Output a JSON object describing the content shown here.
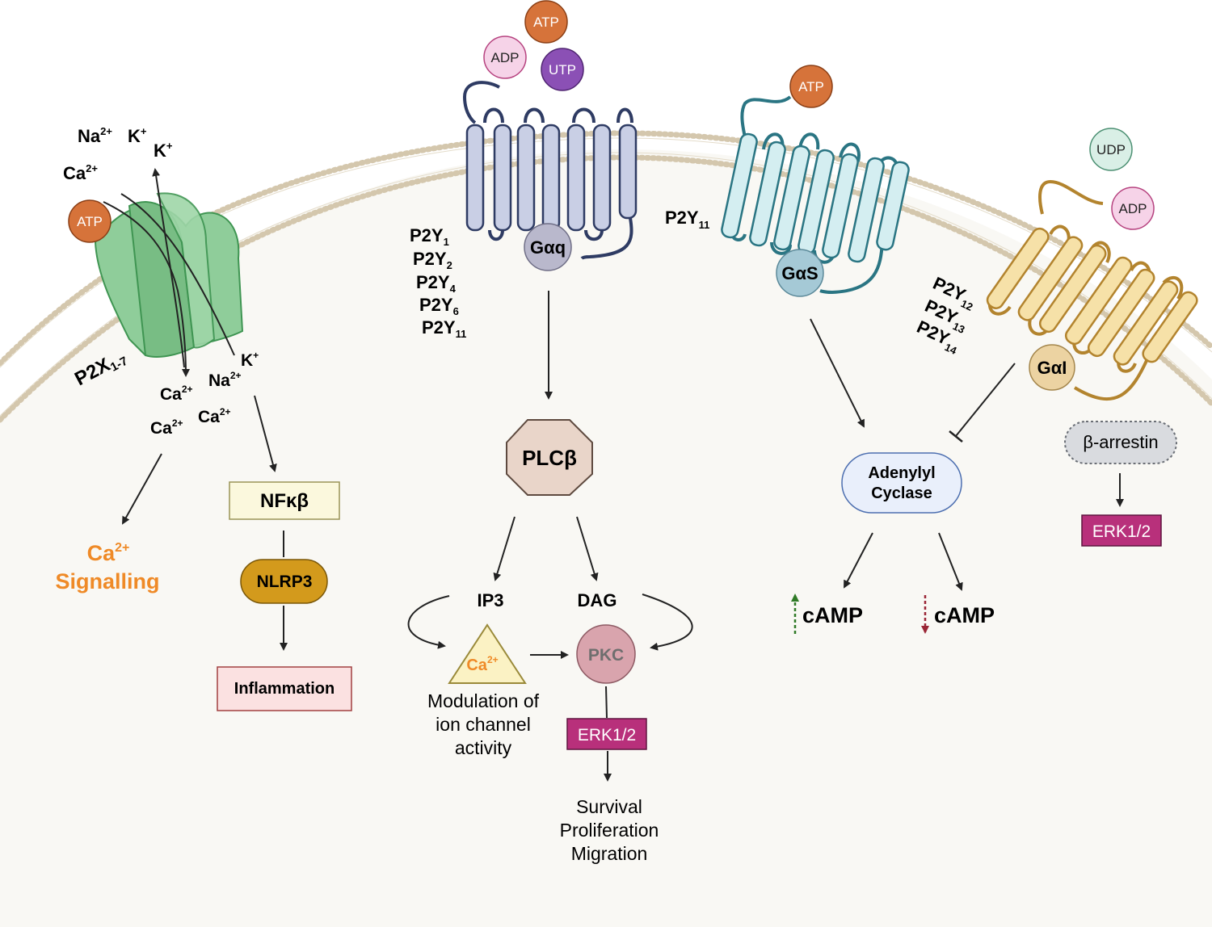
{
  "ligands": {
    "atp": "ATP",
    "adp": "ADP",
    "utp": "UTP",
    "udp": "UDP"
  },
  "p2x": {
    "label_main": "P2X",
    "label_sub": "1-7",
    "ions_out": {
      "na": "Na",
      "na_sup": "2+",
      "k1": "K",
      "k1_sup": "+",
      "k2": "K",
      "k2_sup": "+",
      "ca": "Ca",
      "ca_sup": "2+"
    },
    "ions_in": {
      "k": "K",
      "k_sup": "+",
      "na": "Na",
      "na_sup": "2+",
      "ca1": "Ca",
      "ca1_sup": "2+",
      "ca2": "Ca",
      "ca2_sup": "2+",
      "ca3": "Ca",
      "ca3_sup": "2+"
    },
    "ca_signalling_ion": "Ca",
    "ca_signalling_sup": "2+",
    "ca_signalling_text": "Signalling",
    "nfkb": "NFκβ",
    "nlrp3": "NLRP3",
    "inflammation": "Inflammation"
  },
  "gq": {
    "receptors": [
      {
        "main": "P2Y",
        "sub": "1"
      },
      {
        "main": "P2Y",
        "sub": "2"
      },
      {
        "main": "P2Y",
        "sub": "4"
      },
      {
        "main": "P2Y",
        "sub": "6"
      },
      {
        "main": "P2Y",
        "sub": "11"
      }
    ],
    "g_protein": "Gαq",
    "plc": "PLCβ",
    "ip3": "IP3",
    "dag": "DAG",
    "ca_ion": "Ca",
    "ca_sup": "2+",
    "pkc": "PKC",
    "modulation": [
      "Modulation of",
      "ion channel",
      "activity"
    ],
    "erk": "ERK1/2",
    "outcomes": [
      "Survival",
      "Proliferation",
      "Migration"
    ]
  },
  "gs": {
    "receptor_main": "P2Y",
    "receptor_sub": "11",
    "g_protein": "GαS",
    "adenylyl": [
      "Adenylyl",
      "Cyclase"
    ],
    "camp_up": "cAMP",
    "camp_down": "cAMP"
  },
  "gi": {
    "receptors": [
      {
        "main": "P2Y",
        "sub": "12"
      },
      {
        "main": "P2Y",
        "sub": "13"
      },
      {
        "main": "P2Y",
        "sub": "14"
      }
    ],
    "g_protein": "GαI",
    "arrestin": "β-arrestin",
    "erk": "ERK1/2"
  },
  "colors": {
    "background": "#f9f8f4",
    "membrane_heads": "#d4c7ad",
    "p2x_green": "#8fcd9a",
    "gq_receptor": "#c9cfe5",
    "gq_stroke": "#2e3b63",
    "gs_receptor": "#d4eef1",
    "gs_stroke": "#2a7583",
    "gi_receptor": "#f6e1a8",
    "gi_stroke": "#b3842e",
    "atp": "#d6733a",
    "adp": "#f6d3e8",
    "utp": "#8b50b5",
    "udp": "#d9efe6",
    "orange_text": "#ef8a27",
    "erk_fill": "#b8307b",
    "nlrp3": "#d39a1c",
    "plc": "#e9d5c9",
    "pkc": "#d9a4ad",
    "camp_up": "#2f7a26",
    "camp_down": "#9a2535"
  }
}
